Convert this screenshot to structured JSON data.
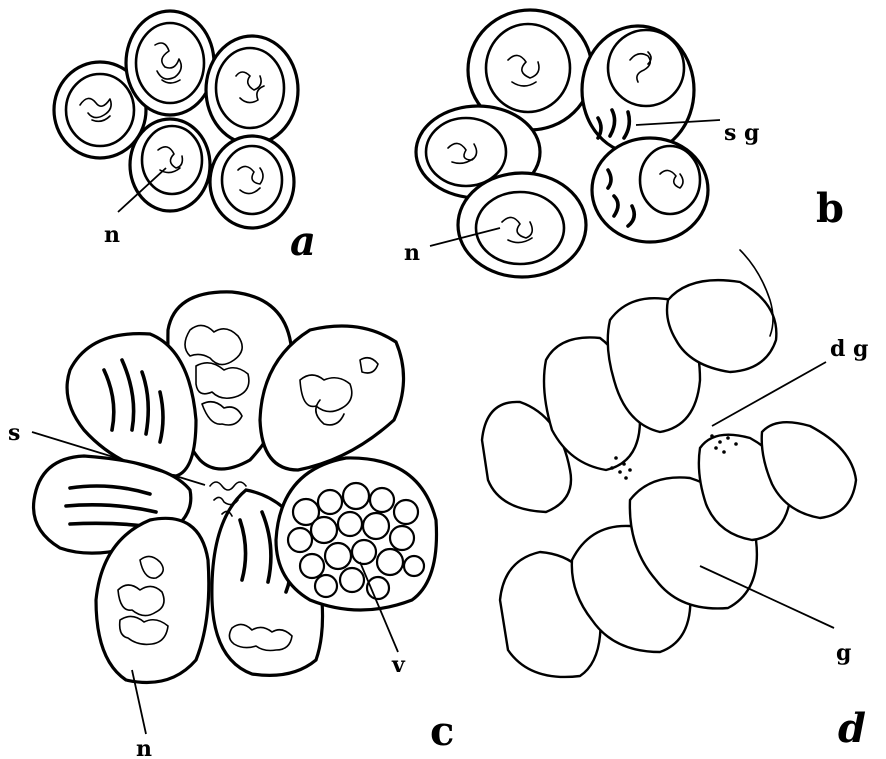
{
  "figure": {
    "panels": [
      {
        "id": "a",
        "letter": "a",
        "labels": {
          "n": "n"
        }
      },
      {
        "id": "b",
        "letter": "b",
        "labels": {
          "n": "n",
          "sg": "s g"
        }
      },
      {
        "id": "c",
        "letter": "c",
        "labels": {
          "s": "s",
          "v": "v",
          "n": "n"
        }
      },
      {
        "id": "d",
        "letter": "d",
        "labels": {
          "dg": "d g",
          "g": "g"
        }
      }
    ]
  }
}
